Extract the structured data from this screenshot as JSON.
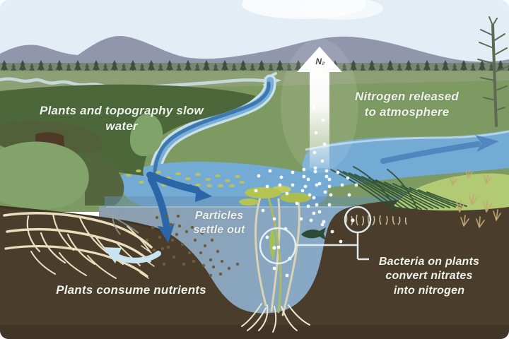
{
  "labels": {
    "slow_water": "Plants and topography slow water",
    "nitrogen_released": "Nitrogen released\nto atmosphere",
    "particles": "Particles\nsettle out",
    "consume": "Plants consume nutrients",
    "bacteria": "Bacteria on plants\nconvert nitrates\ninto nitrogen",
    "n2": "N₂"
  },
  "colors": {
    "sky": "#e3edf5",
    "mountains": "#9196ad",
    "conifers": "#3f5042",
    "meadow": "#8d9f74",
    "field_dark": "#4c683b",
    "field_light": "#7e9a63",
    "water": "#74abd4",
    "water_channel": "#3a76ae",
    "water_deep": "#84aed3",
    "flow_arrow": "#2b66a6",
    "recirculation_arrow": "#c9e3f1",
    "soil": "#4a3d2c",
    "roots": "#e9dfbd",
    "lily_pad": "#b5c351",
    "grass_bank": "#b2ca74",
    "grass_blades": "#2d5134",
    "nitrogen_arrow": "#ffffff",
    "label_text": "#eef1e9"
  }
}
